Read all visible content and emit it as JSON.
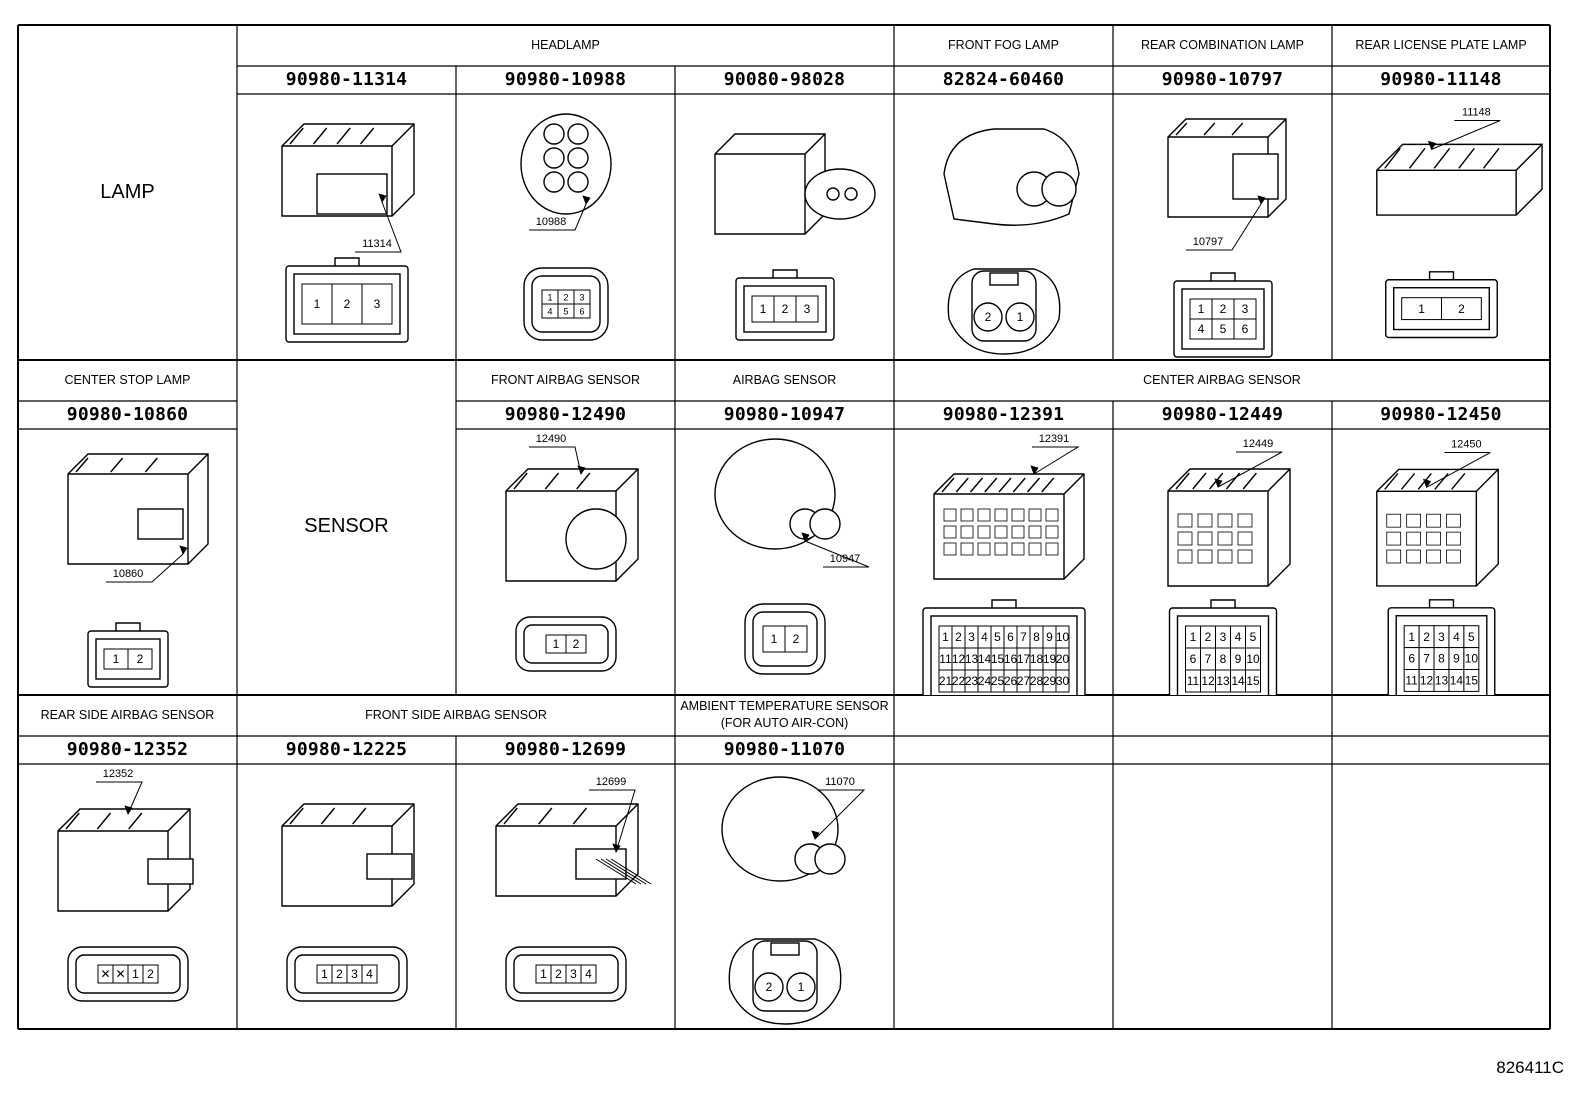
{
  "groups": {
    "lamp": "LAMP",
    "sensor": "SENSOR"
  },
  "categories": {
    "headlamp": "HEADLAMP",
    "front_fog_lamp": "FRONT FOG LAMP",
    "rear_combination_lamp": "REAR COMBINATION LAMP",
    "rear_license_plate_lamp": "REAR LICENSE PLATE LAMP",
    "center_stop_lamp": "CENTER STOP LAMP",
    "front_airbag_sensor": "FRONT AIRBAG SENSOR",
    "airbag_sensor": "AIRBAG SENSOR",
    "center_airbag_sensor": "CENTER AIRBAG SENSOR",
    "rear_side_airbag_sensor": "REAR SIDE AIRBAG SENSOR",
    "front_side_airbag_sensor": "FRONT SIDE AIRBAG SENSOR",
    "ambient_temp_line1": "AMBIENT TEMPERATURE SENSOR",
    "ambient_temp_line2": "(FOR AUTO AIR-CON)"
  },
  "connectors": [
    {
      "part": "90980-11314",
      "callout": "11314",
      "pins": [
        "1",
        "2",
        "3"
      ]
    },
    {
      "part": "90980-10988",
      "callout": "10988",
      "pins": [
        "1",
        "2",
        "3",
        "4",
        "5",
        "6"
      ]
    },
    {
      "part": "90080-98028",
      "callout": "",
      "pins": [
        "1",
        "2",
        "3"
      ]
    },
    {
      "part": "82824-60460",
      "callout": "",
      "pins": [
        "2",
        "1"
      ]
    },
    {
      "part": "90980-10797",
      "callout": "10797",
      "pins": [
        "1",
        "2",
        "3",
        "4",
        "5",
        "6"
      ]
    },
    {
      "part": "90980-11148",
      "callout": "11148",
      "pins": [
        "1",
        "2"
      ]
    },
    {
      "part": "90980-10860",
      "callout": "10860",
      "pins": [
        "1",
        "2"
      ]
    },
    {
      "part": "90980-12490",
      "callout": "12490",
      "pins": [
        "1",
        "2"
      ]
    },
    {
      "part": "90980-10947",
      "callout": "10947",
      "pins": [
        "1",
        "2"
      ]
    },
    {
      "part": "90980-12391",
      "callout": "12391",
      "pins": [
        "1",
        "2",
        "3",
        "4",
        "5",
        "6",
        "7",
        "8",
        "9",
        "10",
        "11",
        "12",
        "13",
        "14",
        "15",
        "16",
        "17",
        "18",
        "19",
        "20",
        "21",
        "22",
        "23",
        "24",
        "25",
        "26",
        "27",
        "28",
        "29",
        "30"
      ]
    },
    {
      "part": "90980-12449",
      "callout": "12449",
      "pins": [
        "1",
        "2",
        "3",
        "4",
        "5",
        "6",
        "7",
        "8",
        "9",
        "10",
        "11",
        "12",
        "13",
        "14",
        "15"
      ]
    },
    {
      "part": "90980-12450",
      "callout": "12450",
      "pins": [
        "1",
        "2",
        "3",
        "4",
        "5",
        "6",
        "7",
        "8",
        "9",
        "10",
        "11",
        "12",
        "13",
        "14",
        "15"
      ]
    },
    {
      "part": "90980-12352",
      "callout": "12352",
      "pins": [
        "1",
        "2"
      ]
    },
    {
      "part": "90980-12225",
      "callout": "",
      "pins": [
        "1",
        "2",
        "3",
        "4"
      ]
    },
    {
      "part": "90980-12699",
      "callout": "12699",
      "pins": [
        "1",
        "2",
        "3",
        "4"
      ]
    },
    {
      "part": "90980-11070",
      "callout": "11070",
      "pins": [
        "2",
        "1"
      ]
    }
  ],
  "figure_code": "826411C"
}
